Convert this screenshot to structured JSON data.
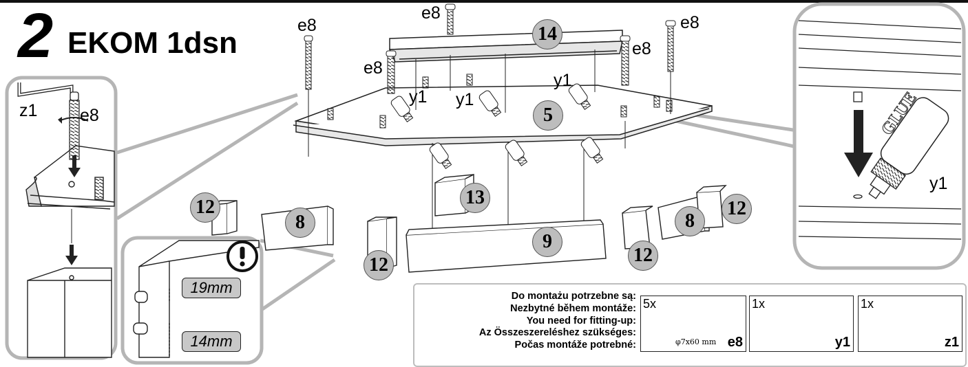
{
  "title": {
    "step": "2",
    "text": "EKOM 1dsn"
  },
  "requirements": {
    "lines": [
      "Do montażu potrzebne są:",
      "Nezbytné během montáže:",
      "You need for fitting-up:",
      "Az Összeszereléshez szükséges:",
      "Počas montáže potrebné:"
    ],
    "parts": [
      {
        "qty": "5x",
        "code": "e8",
        "spec": "φ7x60 mm"
      },
      {
        "qty": "1x",
        "code": "y1"
      },
      {
        "qty": "1x",
        "code": "z1"
      }
    ]
  },
  "callouts": {
    "e8": "e8",
    "y1": "y1",
    "z1": "z1",
    "mm_top": "19mm",
    "mm_bottom": "14mm",
    "glue": "GLUE"
  },
  "badges": {
    "p14": "14",
    "p5": "5",
    "p13": "13",
    "p9": "9",
    "p8a": "8",
    "p8b": "8",
    "p12": "12"
  }
}
